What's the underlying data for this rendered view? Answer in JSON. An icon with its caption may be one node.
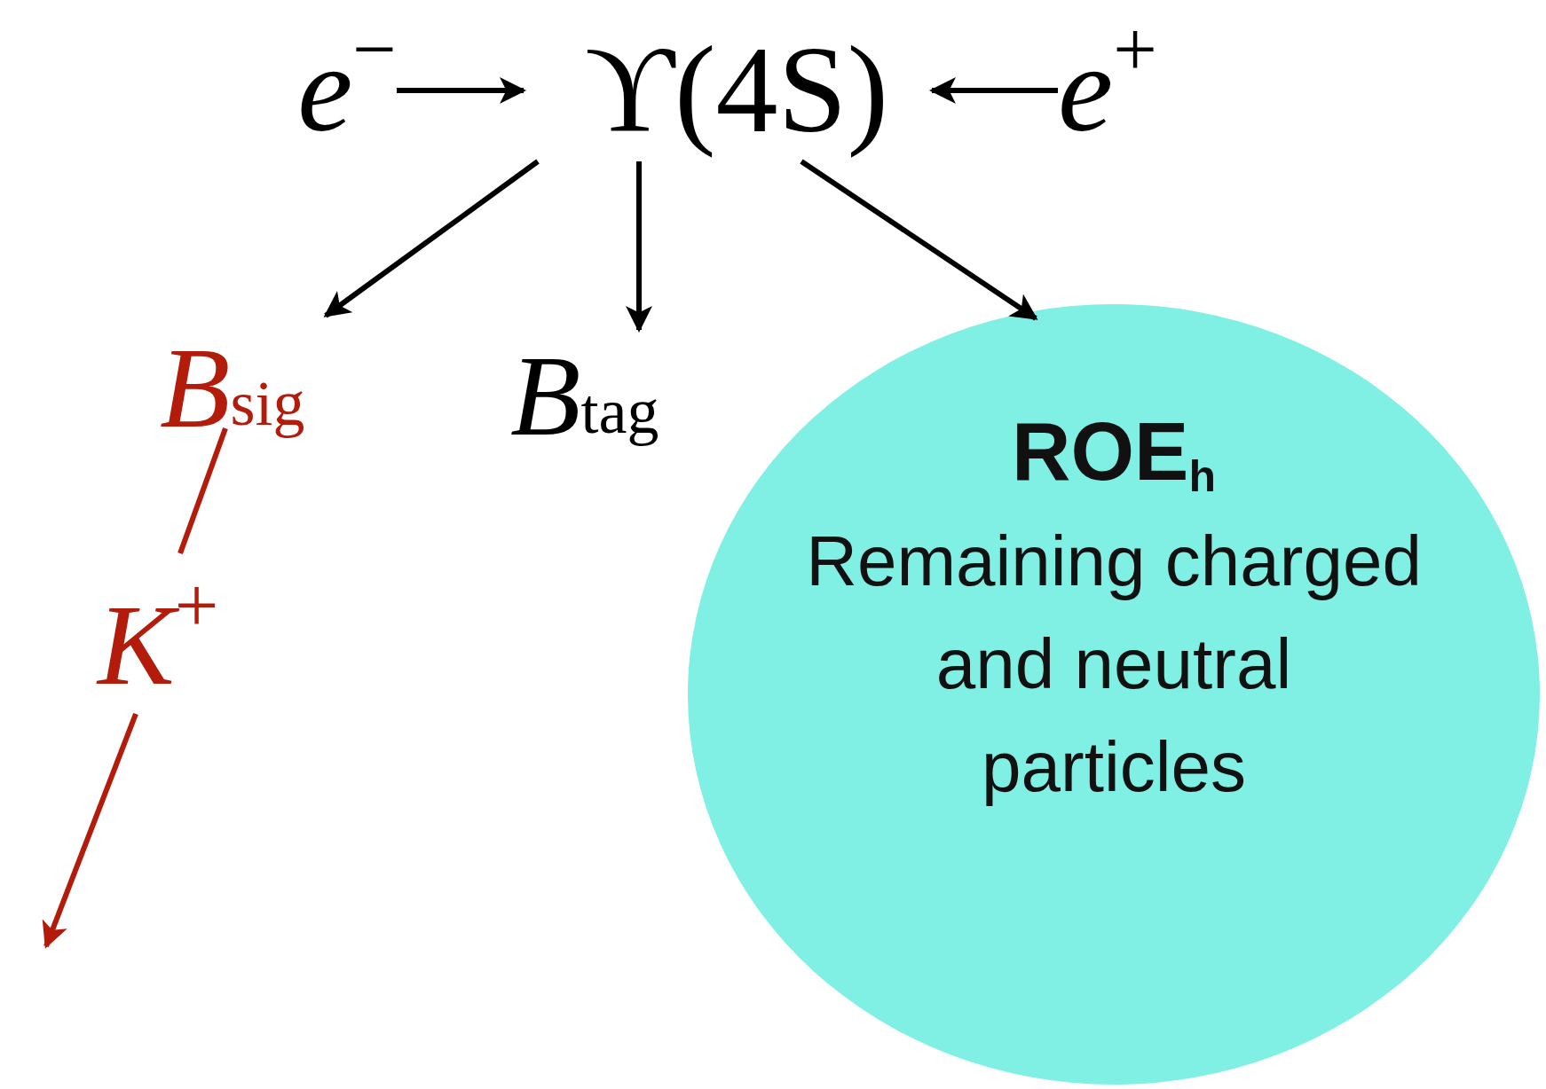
{
  "diagram": {
    "nodes": [
      {
        "text": [
          "*e*$^{−}$"
        ]
      },
      {
        "text": [
          "ϒ(4S)"
        ]
      },
      {
        "text": [
          "*e*$^{+}$"
        ]
      },
      {
        "text": [
          "*B*$_{sig}$"
        ]
      },
      {
        "text": [
          "*B*$_{tag}$"
        ]
      },
      {
        "text": [
          "ROE$_{h}$",
          "Remaining charged and neutral particles"
        ]
      },
      {
        "text": [
          "*K*$^{+}$"
        ]
      }
    ],
    "edges": [
      {
        "from": 0,
        "to": 1,
        "arrow": "to"
      },
      {
        "from": 2,
        "to": 1,
        "arrow": "to"
      },
      {
        "from": 1,
        "to": 3,
        "arrow": "to"
      },
      {
        "from": 1,
        "to": 4,
        "arrow": "to"
      },
      {
        "from": 1,
        "to": 5,
        "arrow": "to"
      },
      {
        "from": 3,
        "to": 6,
        "arrow": "none",
        "color": "#b31b0b"
      },
      {
        "from": 6,
        "to": null,
        "arrow": "to",
        "color": "#b31b0b"
      }
    ]
  }
}
